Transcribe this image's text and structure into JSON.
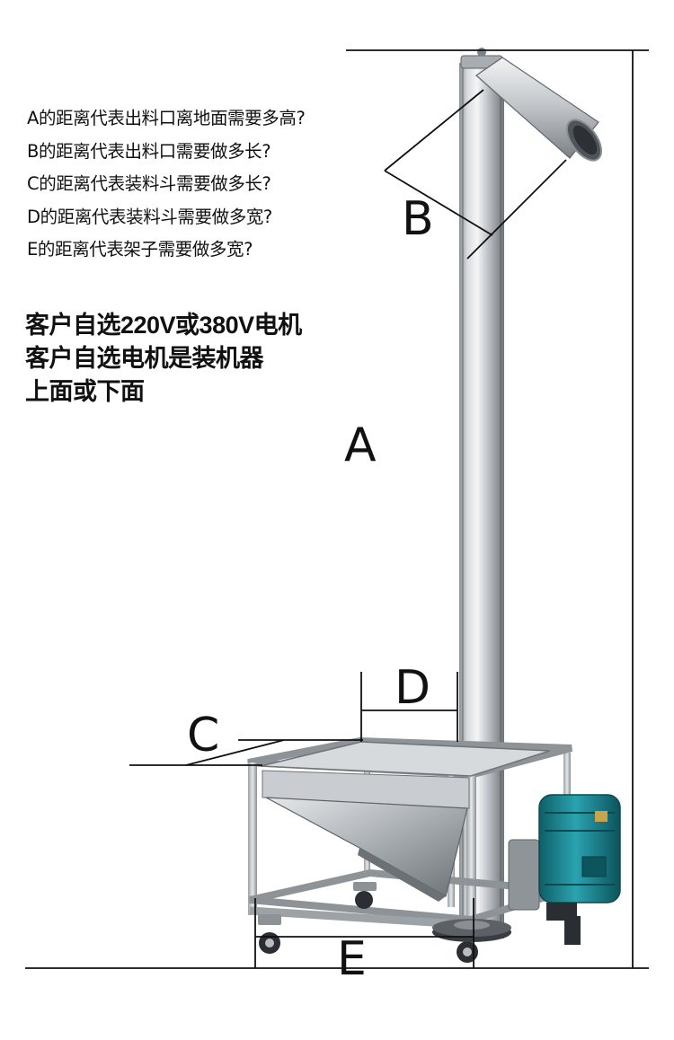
{
  "questions": [
    "A的距离代表出料口离地面需要多高?",
    "B的距离代表出料口需要做多长?",
    "C的距离代表装料斗需要做多长?",
    "D的距离代表装料斗需要做多宽?",
    "E的距离代表架子需要做多宽?"
  ],
  "notes": [
    "客户自选220V或380V电机",
    "客户自选电机是装机器",
    "上面或下面"
  ],
  "dimension_labels": {
    "a": "A",
    "b": "B",
    "c": "C",
    "d": "D",
    "e": "E"
  },
  "colors": {
    "steel_light": "#e3e5e7",
    "steel_mid": "#b8bcc0",
    "steel_dark": "#7d8287",
    "motor": "#1f8d9a",
    "motor_dark": "#0f5e67",
    "line": "#111111"
  }
}
